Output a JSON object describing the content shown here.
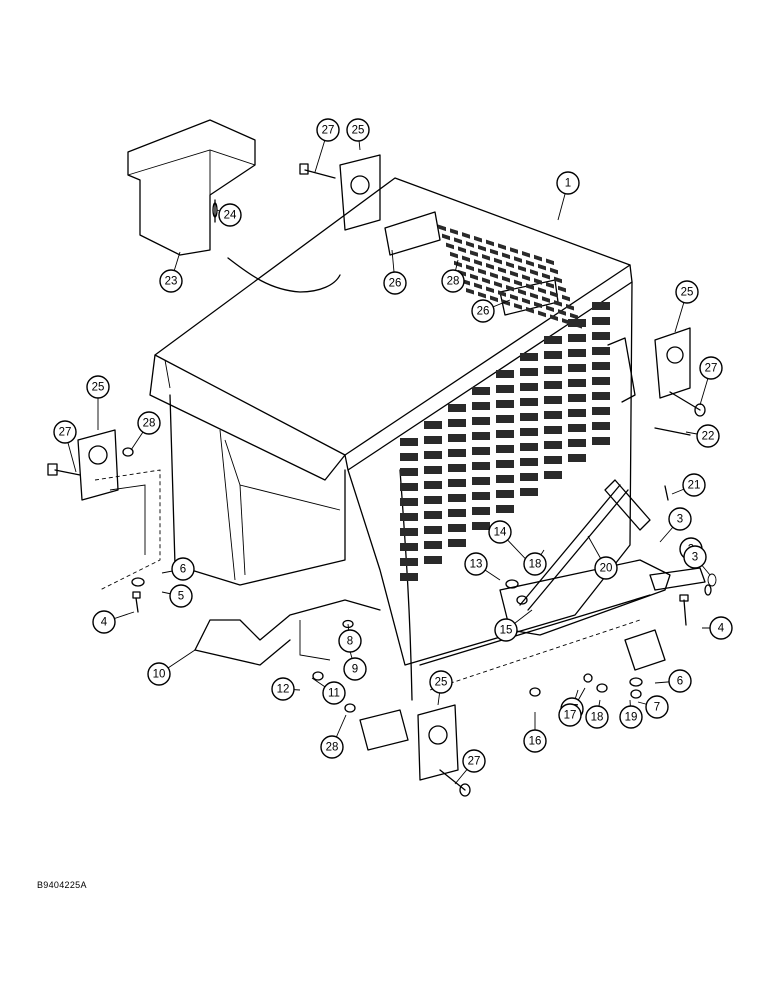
{
  "figure_code": "B9404225A",
  "callouts": [
    "1",
    "2",
    "3",
    "3",
    "4",
    "4",
    "5",
    "6",
    "6",
    "7",
    "8",
    "9",
    "10",
    "11",
    "12",
    "13",
    "14",
    "15",
    "16",
    "17",
    "17",
    "18",
    "18",
    "19",
    "20",
    "21",
    "22",
    "23",
    "24",
    "25",
    "25",
    "25",
    "25",
    "26",
    "26",
    "27",
    "27",
    "27",
    "27",
    "28",
    "28",
    "28"
  ],
  "colors": {
    "ink": "#000000",
    "paper": "#ffffff",
    "grille": "#2a2a2a"
  }
}
